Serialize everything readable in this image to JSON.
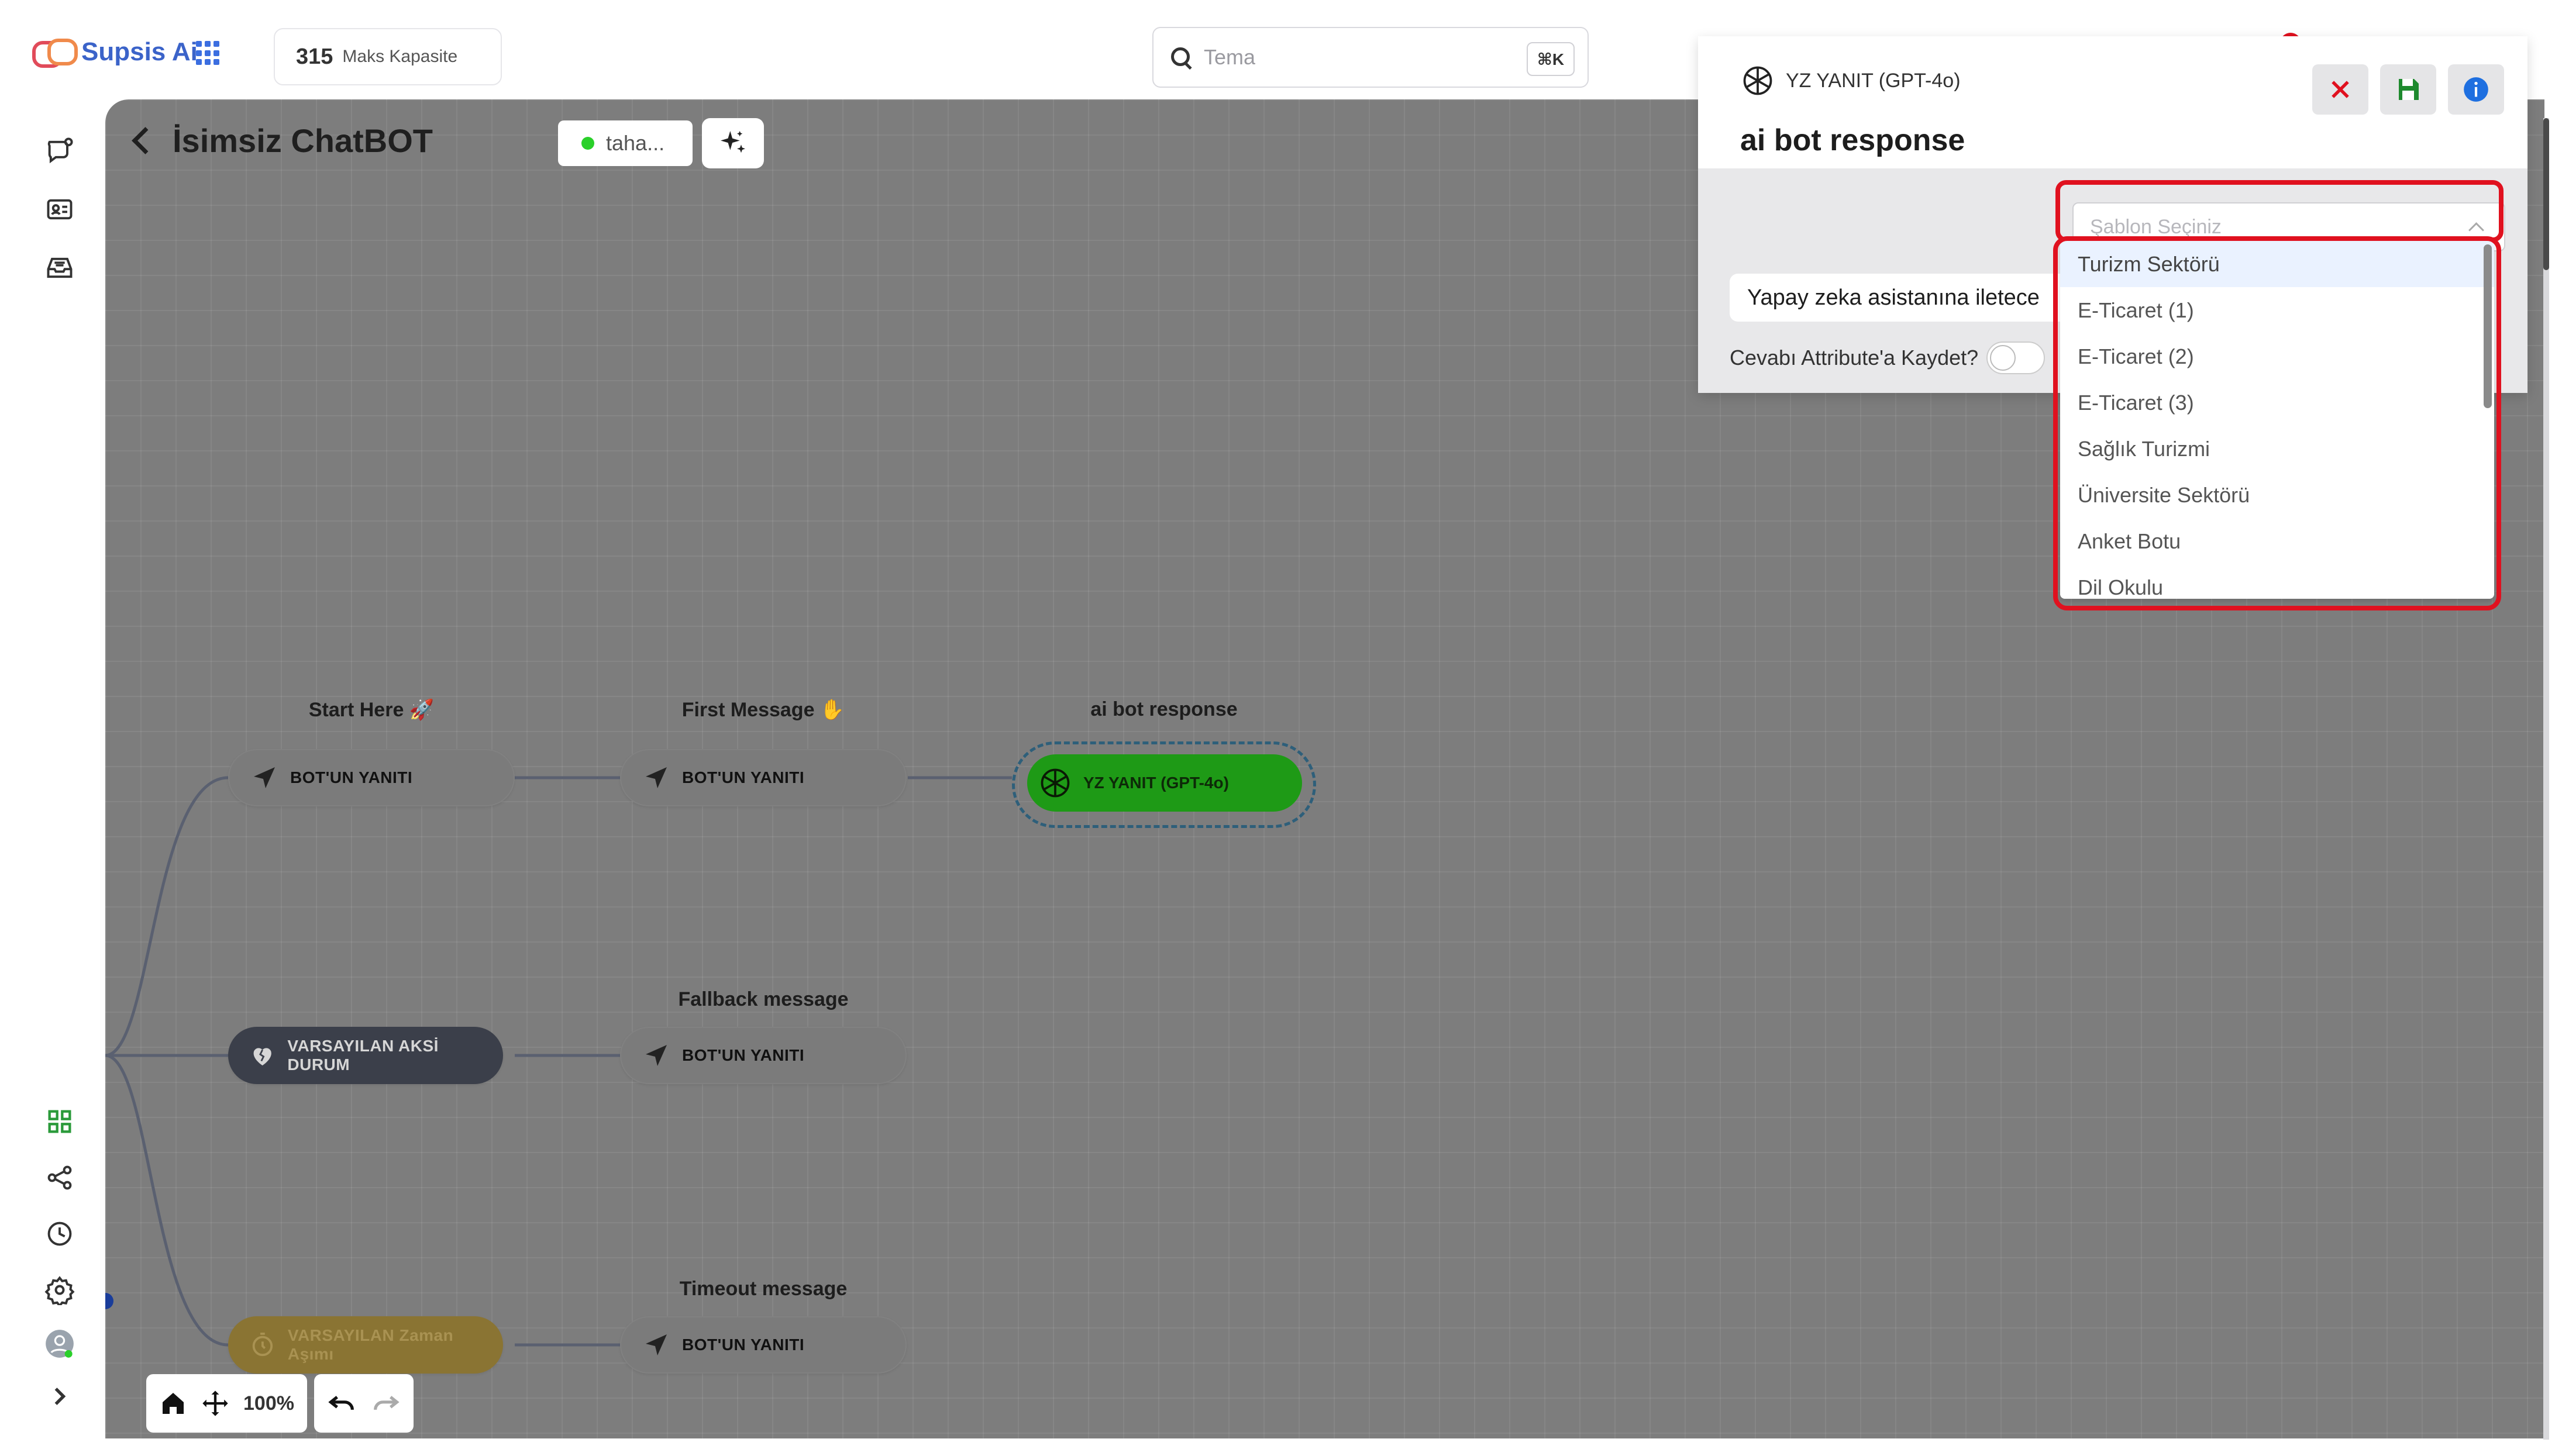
{
  "app": {
    "brand": "Supsis Ai",
    "capacity_number": "315",
    "capacity_label": "Maks Kapasite",
    "search_placeholder": "Tema",
    "search_shortcut": "⌘K"
  },
  "sidebar": {
    "top_icons": [
      "chat-bubble-icon",
      "contact-card-icon",
      "inbox-icon"
    ],
    "bottom_icons": [
      "dashboard-grid-icon",
      "share-nodes-icon",
      "clock-history-icon",
      "settings-gear-icon",
      "user-avatar-icon",
      "expand-chevron-icon"
    ]
  },
  "canvas": {
    "title": "İsimsiz ChatBOT",
    "user": "taha...",
    "zoom": "100%",
    "nodes": {
      "start_title": "Start Here 🚀",
      "start_label": "BOT'UN YANITI",
      "first_title": "First Message ✋",
      "first_label": "BOT'UN YANITI",
      "ai_title": "ai bot response",
      "ai_label": "YZ YANIT (GPT-4o)",
      "fallback_title": "Fallback message",
      "fallback_default": "VARSAYILAN AKSİ DURUM",
      "fallback_label": "BOT'UN YANITI",
      "timeout_title": "Timeout message",
      "timeout_default": "VARSAYILAN Zaman Aşımı",
      "timeout_label": "BOT'UN YANITI"
    }
  },
  "panel": {
    "type": "YZ YANIT (GPT-4o)",
    "title": "ai bot response",
    "template_placeholder": "Şablon Seçiniz",
    "prompt_text": "Yapay zeka asistanına iletece",
    "save_attribute_label": "Cevabı Attribute'a Kaydet?",
    "template_options": [
      "Turizm Sektörü",
      "E-Ticaret (1)",
      "E-Ticaret (2)",
      "E-Ticaret (3)",
      "Sağlık Turizmi",
      "Üniversite Sektörü",
      "Anket Botu",
      "Dil Okulu"
    ]
  },
  "colors": {
    "brand_blue": "#3b63c9",
    "canvas_bg": "#7d7d7d",
    "gpt_green": "#1e9a16",
    "highlight_red": "#e0111f",
    "online_green": "#2ad02a"
  }
}
